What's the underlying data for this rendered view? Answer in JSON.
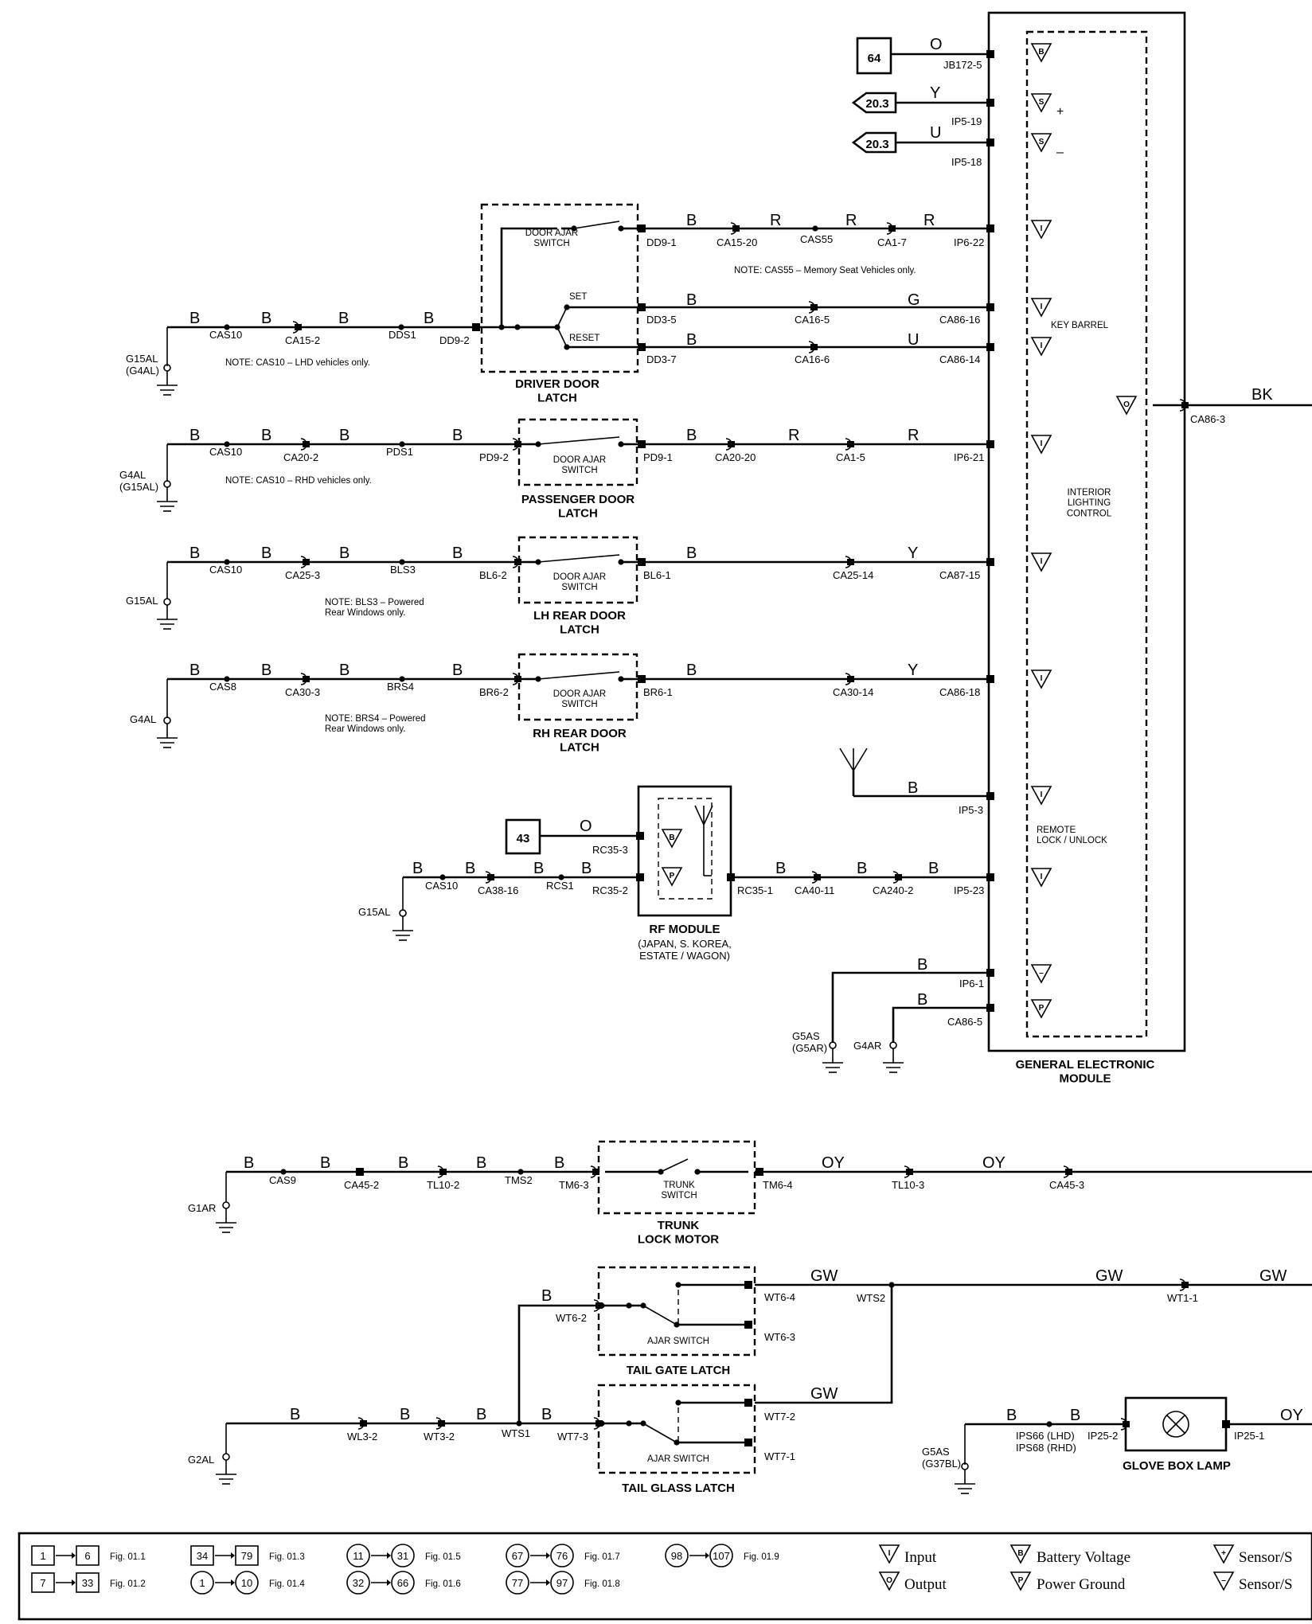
{
  "colors": {
    "ink": "#000000",
    "paper": "#ffffff"
  },
  "refs": {
    "r64": "64",
    "r203a": "20.3",
    "r203b": "20.3",
    "r43": "43"
  },
  "wires": {
    "O": "O",
    "Y": "Y",
    "U": "U",
    "B": "B",
    "R": "R",
    "G": "G",
    "BK": "BK",
    "OY": "OY",
    "GW": "GW"
  },
  "connectors": {
    "jb172_5": "JB172-5",
    "ip5_19": "IP5-19",
    "ip5_18": "IP5-18",
    "dd9_1": "DD9-1",
    "ca15_20": "CA15-20",
    "cas55": "CAS55",
    "ca1_7": "CA1-7",
    "ip6_22": "IP6-22",
    "dd3_5": "DD3-5",
    "ca16_5": "CA16-5",
    "ca86_16": "CA86-16",
    "dd3_7": "DD3-7",
    "ca16_6": "CA16-6",
    "ca86_14": "CA86-14",
    "cas10": "CAS10",
    "ca15_2": "CA15-2",
    "dds1": "DDS1",
    "dd9_2": "DD9-2",
    "g15al_g4al": "G15AL\n(G4AL)",
    "ca86_3": "CA86-3",
    "ca20_2": "CA20-2",
    "pds1": "PDS1",
    "pd9_2": "PD9-2",
    "pd9_1": "PD9-1",
    "ca20_20": "CA20-20",
    "ca1_5": "CA1-5",
    "ip6_21": "IP6-21",
    "g4al_g15al": "G4AL\n(G15AL)",
    "ca25_3": "CA25-3",
    "bls3": "BLS3",
    "bl6_2": "BL6-2",
    "bl6_1": "BL6-1",
    "ca25_14": "CA25-14",
    "ca87_15": "CA87-15",
    "g15al": "G15AL",
    "cas8": "CAS8",
    "ca30_3": "CA30-3",
    "brs4": "BRS4",
    "br6_2": "BR6-2",
    "br6_1": "BR6-1",
    "ca30_14": "CA30-14",
    "ca86_18": "CA86-18",
    "g4al": "G4AL",
    "ip5_3": "IP5-3",
    "rc35_3": "RC35-3",
    "rc35_2": "RC35-2",
    "rcs1": "RCS1",
    "ca38_16": "CA38-16",
    "rc35_1": "RC35-1",
    "ca40_11": "CA40-11",
    "ca240_2": "CA240-2",
    "ip5_23": "IP5-23",
    "ip6_1": "IP6-1",
    "ca86_5": "CA86-5",
    "g5as_g5ar": "G5AS\n(G5AR)",
    "g4ar": "G4AR",
    "cas9": "CAS9",
    "ca45_2": "CA45-2",
    "tl10_2": "TL10-2",
    "tms2": "TMS2",
    "tm6_3": "TM6-3",
    "tm6_4": "TM6-4",
    "tl10_3": "TL10-3",
    "ca45_3": "CA45-3",
    "g1ar": "G1AR",
    "wt6_2": "WT6-2",
    "wt6_4": "WT6-4",
    "wt6_3": "WT6-3",
    "wts2": "WTS2",
    "wt1_1": "WT1-1",
    "wl3_2": "WL3-2",
    "wt3_2": "WT3-2",
    "wts1": "WTS1",
    "wt7_3": "WT7-3",
    "wt7_2": "WT7-2",
    "wt7_1": "WT7-1",
    "g2al": "G2AL",
    "ips66": "IPS66 (LHD)",
    "ips68": "IPS68 (RHD)",
    "ip25_2": "IP25-2",
    "ip25_1": "IP25-1",
    "g5as_g37bl": "G5AS\n(G37BL)"
  },
  "components": {
    "door_ajar_switch": "DOOR AJAR\nSWITCH",
    "set": "SET",
    "reset": "RESET",
    "driver_door_latch": "DRIVER DOOR\nLATCH",
    "passenger_door_latch": "PASSENGER DOOR\nLATCH",
    "lh_rear_door_latch": "LH REAR DOOR\nLATCH",
    "rh_rear_door_latch": "RH REAR DOOR\nLATCH",
    "rf_module": "RF MODULE",
    "rf_module_sub": "(JAPAN, S. KOREA,\nESTATE / WAGON)",
    "gem": "GENERAL ELECTRONIC\nMODULE",
    "key_barrel": "KEY BARREL",
    "interior_lighting": "INTERIOR\nLIGHTING\nCONTROL",
    "remote_lock": "REMOTE\nLOCK / UNLOCK",
    "trunk_switch": "TRUNK\nSWITCH",
    "trunk_lock_motor": "TRUNK\nLOCK MOTOR",
    "ajar_switch": "AJAR SWITCH",
    "tail_gate_latch": "TAIL GATE LATCH",
    "tail_glass_latch": "TAIL GLASS LATCH",
    "glove_box_lamp": "GLOVE BOX LAMP"
  },
  "notes": {
    "cas55": "NOTE: CAS55 – Memory Seat Vehicles only.",
    "cas10_lhd": "NOTE: CAS10 – LHD vehicles only.",
    "cas10_rhd": "NOTE: CAS10 – RHD vehicles only.",
    "bls3": "NOTE: BLS3 – Powered\nRear Windows only.",
    "brs4": "NOTE: BRS4 – Powered\nRear Windows only."
  },
  "legend": {
    "figs": [
      {
        "from": "1",
        "to": "6",
        "fig": "Fig. 01.1"
      },
      {
        "from": "7",
        "to": "33",
        "fig": "Fig. 01.2"
      },
      {
        "from": "34",
        "to": "79",
        "fig": "Fig. 01.3"
      },
      {
        "from": "1",
        "to": "10",
        "fig": "Fig. 01.4"
      },
      {
        "from": "11",
        "to": "31",
        "fig": "Fig. 01.5"
      },
      {
        "from": "32",
        "to": "66",
        "fig": "Fig. 01.6"
      },
      {
        "from": "67",
        "to": "76",
        "fig": "Fig. 01.7"
      },
      {
        "from": "77",
        "to": "97",
        "fig": "Fig. 01.8"
      },
      {
        "from": "98",
        "to": "107",
        "fig": "Fig. 01.9"
      }
    ],
    "symbols": {
      "input": "Input",
      "output": "Output",
      "battery_voltage": "Battery Voltage",
      "power_ground": "Power Ground",
      "sensor_plus": "Sensor/S",
      "sensor_minus": "Sensor/S"
    }
  }
}
